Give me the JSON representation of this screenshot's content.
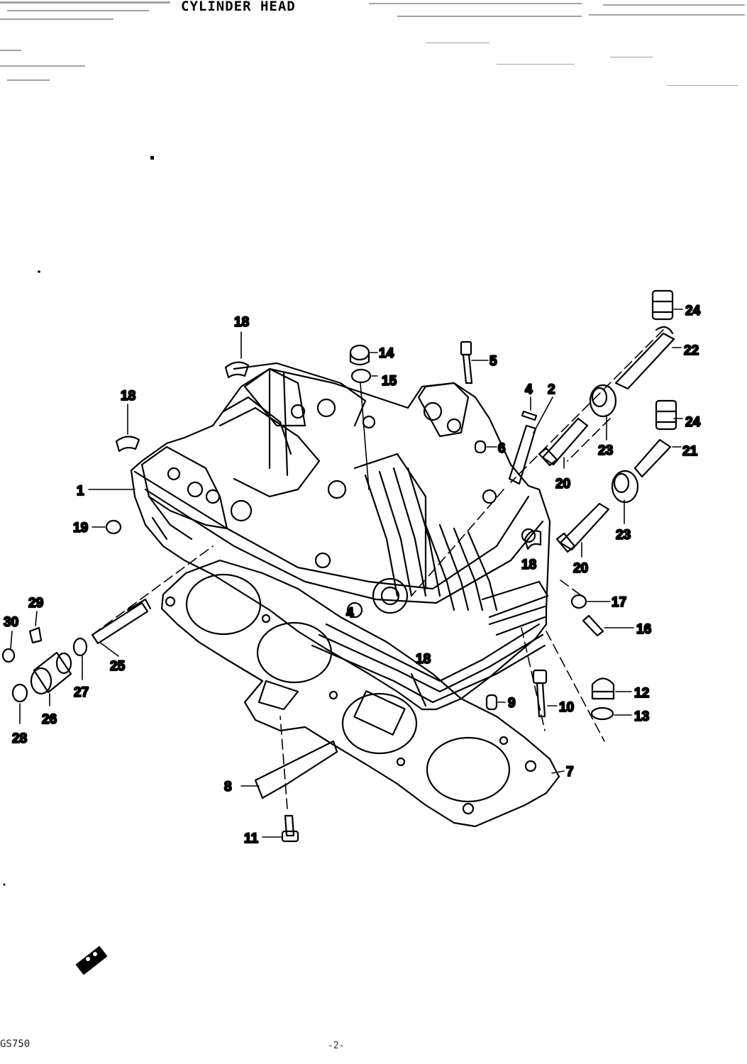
{
  "header": {
    "title": "CYLINDER HEAD"
  },
  "footer": {
    "model": "GS750",
    "page": "-2-"
  },
  "callouts": [
    {
      "id": "c1",
      "text": "1"
    },
    {
      "id": "c2",
      "text": "2"
    },
    {
      "id": "c4a",
      "text": "4"
    },
    {
      "id": "c4b",
      "text": "4"
    },
    {
      "id": "c5",
      "text": "5"
    },
    {
      "id": "c6",
      "text": "6"
    },
    {
      "id": "c7",
      "text": "7"
    },
    {
      "id": "c8",
      "text": "8"
    },
    {
      "id": "c9",
      "text": "9"
    },
    {
      "id": "c10",
      "text": "10"
    },
    {
      "id": "c11",
      "text": "11"
    },
    {
      "id": "c12",
      "text": "12"
    },
    {
      "id": "c13",
      "text": "13"
    },
    {
      "id": "c14",
      "text": "14"
    },
    {
      "id": "c15",
      "text": "15"
    },
    {
      "id": "c16",
      "text": "16"
    },
    {
      "id": "c17",
      "text": "17"
    },
    {
      "id": "c18a",
      "text": "18"
    },
    {
      "id": "c18b",
      "text": "18"
    },
    {
      "id": "c18c",
      "text": "18"
    },
    {
      "id": "c18d",
      "text": "18"
    },
    {
      "id": "c19",
      "text": "19"
    },
    {
      "id": "c20a",
      "text": "20"
    },
    {
      "id": "c20b",
      "text": "20"
    },
    {
      "id": "c21",
      "text": "21"
    },
    {
      "id": "c22",
      "text": "22"
    },
    {
      "id": "c23a",
      "text": "23"
    },
    {
      "id": "c23b",
      "text": "23"
    },
    {
      "id": "c24a",
      "text": "24"
    },
    {
      "id": "c24b",
      "text": "24"
    },
    {
      "id": "c25",
      "text": "25"
    },
    {
      "id": "c26",
      "text": "26"
    },
    {
      "id": "c27",
      "text": "27"
    },
    {
      "id": "c28",
      "text": "28"
    },
    {
      "id": "c29",
      "text": "29"
    },
    {
      "id": "c30",
      "text": "30"
    }
  ]
}
